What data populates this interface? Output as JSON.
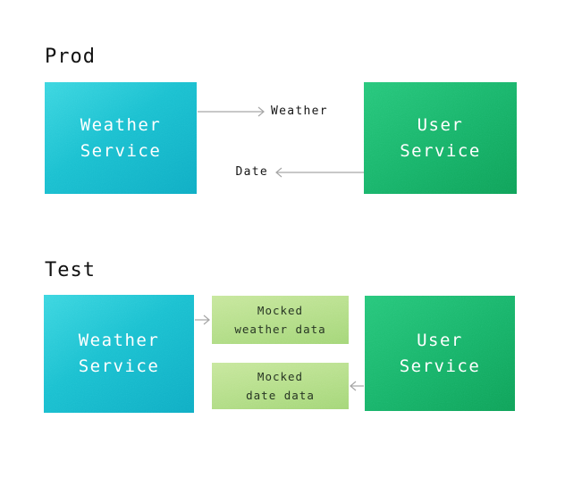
{
  "diagram": {
    "prod": {
      "title": "Prod",
      "weather_box": {
        "line1": "Weather",
        "line2": "Service"
      },
      "user_box": {
        "line1": "User",
        "line2": "Service"
      },
      "weather_arrow_label": "Weather",
      "date_arrow_label": "Date"
    },
    "test": {
      "title": "Test",
      "weather_box": {
        "line1": "Weather",
        "line2": "Service"
      },
      "user_box": {
        "line1": "User",
        "line2": "Service"
      },
      "mocked_weather_box": {
        "line1": "Mocked",
        "line2": "weather data"
      },
      "mocked_date_box": {
        "line1": "Mocked",
        "line2": "date data"
      }
    },
    "colors": {
      "teal_box": "#1ac0d0",
      "green_box": "#17b369",
      "light_green_box": "#aed97f",
      "arrow": "#a6a6a6",
      "title_text": "#111111",
      "box_text": "#ffffff",
      "mock_text": "#22301f",
      "background": "#ffffff"
    }
  }
}
